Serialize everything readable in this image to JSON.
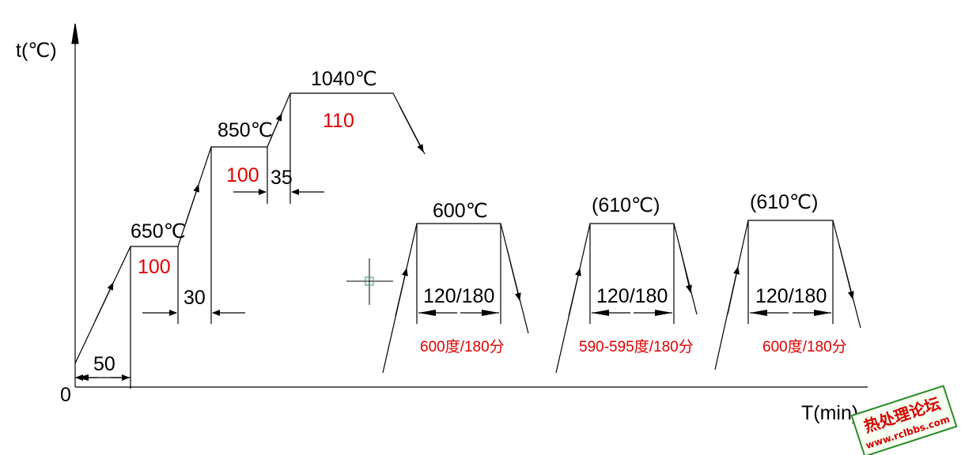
{
  "axes": {
    "y_label": "t(℃)",
    "x_label": "T(min)",
    "origin": "0"
  },
  "stages": {
    "s1": {
      "temp": "650℃",
      "hold": "100",
      "ramp_dim": "50"
    },
    "s2": {
      "temp": "850℃",
      "hold": "100",
      "ramp_dim": "30"
    },
    "s3": {
      "temp": "1040℃",
      "hold": "110",
      "ramp_dim": "35"
    }
  },
  "tempering": [
    {
      "temp": "600℃",
      "dim": "120/180",
      "note": "600度/180分"
    },
    {
      "temp": "(610℃)",
      "dim": "120/180",
      "note": "590-595度/180分"
    },
    {
      "temp": "(610℃)",
      "dim": "120/180",
      "note": "600度/180分"
    }
  ],
  "watermark": {
    "title": "热处理论坛",
    "url": "www.rclbbs.com",
    "color": "#d40000",
    "border_color": "#2a8a2a"
  },
  "colors": {
    "line": "#000000",
    "annotation": "#e00000",
    "cursor": "#2a9a6a"
  }
}
